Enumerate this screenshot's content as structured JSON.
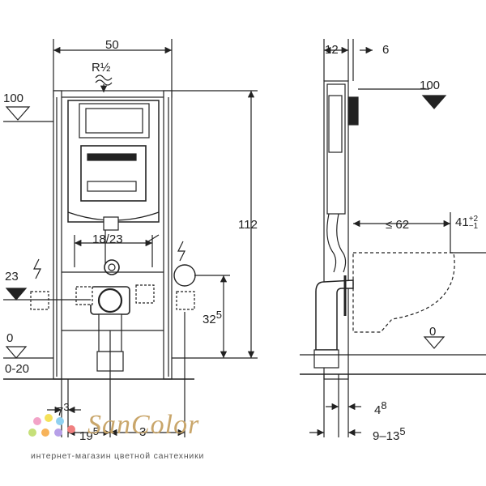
{
  "front_view": {
    "width": "50",
    "thread": "R½",
    "height": "112",
    "center_spacing": "18/23",
    "left_level": "100",
    "left_supply_level": "23",
    "floor_level": "0",
    "floor_range": "0-20",
    "outlet_height": "32",
    "outlet_height_sup": "5",
    "bottom_left_dim": "7",
    "bottom_left_dim_sup": "3",
    "bottom_dim_a": "19",
    "bottom_dim_a_sup": "5",
    "bottom_dim_b": "3"
  },
  "side_view": {
    "frame_depth": "12",
    "panel_depth": "6",
    "right_level": "100",
    "projection": "≤ 62",
    "bowl_height": "41",
    "bowl_tol_plus": "+2",
    "bowl_tol_minus": "−1",
    "floor_level": "0",
    "offset": "4",
    "offset_sup": "8",
    "depth_range": "9–13",
    "depth_range_sup": "5"
  },
  "brand": {
    "logo_text": "SanColor",
    "tagline": "интернет-магазин цветной сантехники",
    "dot_colors": [
      "#f2a3c7",
      "#f5e15a",
      "#8fd0f0",
      "#c6e07a",
      "#f7b35a",
      "#b7a0e8",
      "#f08080"
    ]
  }
}
